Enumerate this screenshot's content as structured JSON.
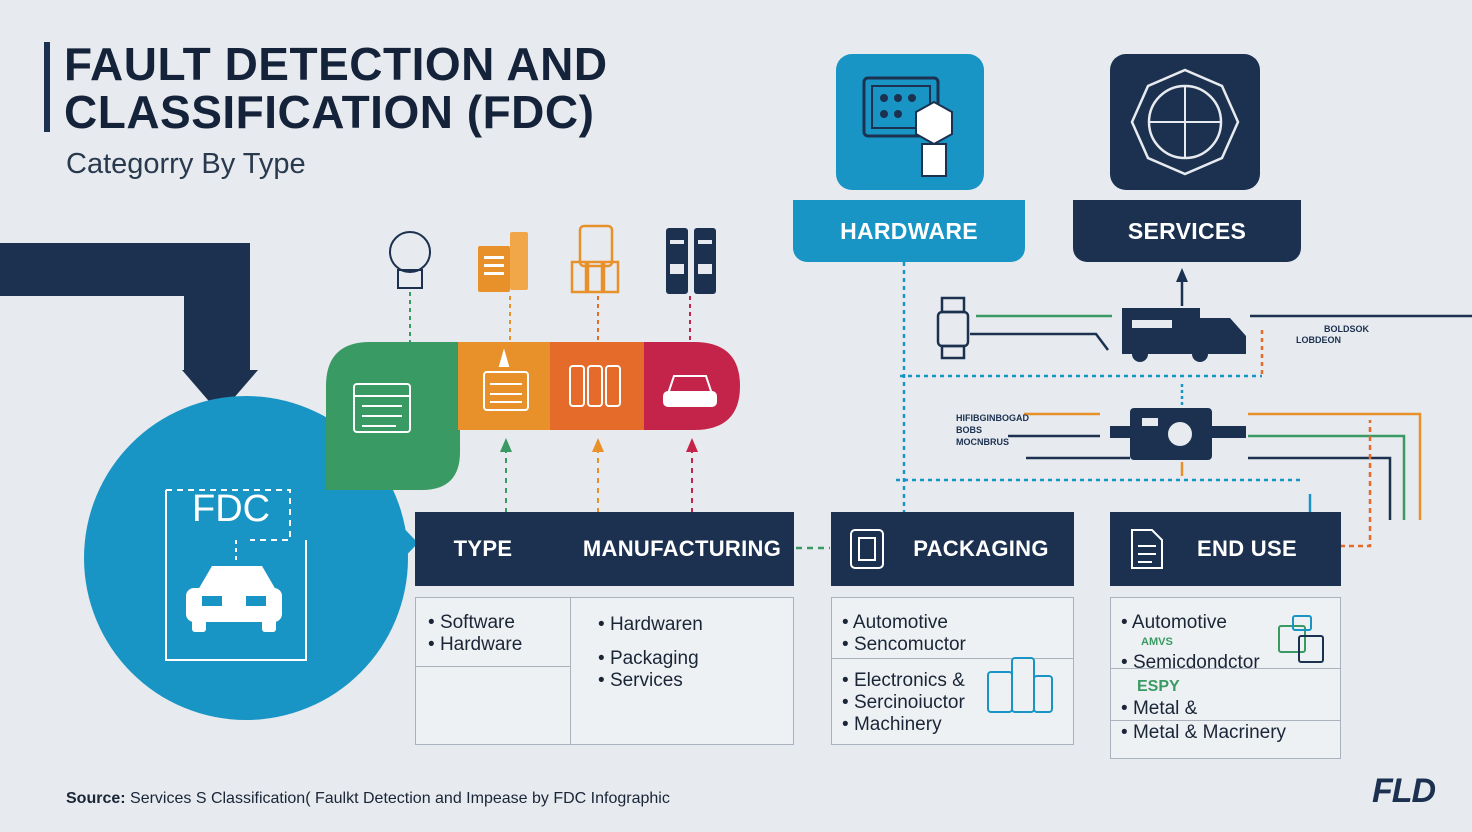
{
  "header": {
    "title_line1": "FAULT DETECTION AND",
    "title_line2": "CLASSIFICATION (FDC)",
    "subtitle": "Categorry By Type"
  },
  "hub": {
    "label": "FDC"
  },
  "top_cards": {
    "hardware": "HARDWARE",
    "services": "SERVICES"
  },
  "flow_labels": {
    "right_top_line1": "BOLDSOK",
    "right_top_line2": "LOBDEON",
    "mid_left_line1": "HIFIBGINBOGAD",
    "mid_left_line2": "BOBS",
    "mid_left_line3": "MOCNBRUS"
  },
  "headers": {
    "type": "TYPE",
    "manufacturing": "MANUFACTURING",
    "packaging": "PACKAGING",
    "end_use": "END USE"
  },
  "lists": {
    "type": [
      "Software",
      "Hardware"
    ],
    "manufacturing": [
      "Hardwaren",
      "Packaging",
      "Services"
    ],
    "packaging_top": [
      "Automotive",
      "Sencomuctor"
    ],
    "packaging_bottom": [
      "Electronics &",
      "Sercinoiuctor",
      "Machinery"
    ],
    "end_use": [
      "Automotive",
      "Semicdondctor",
      "Metal &",
      "Metal & Macrinery"
    ],
    "end_use_notes": [
      "AMVS",
      "ESPY"
    ]
  },
  "footer": {
    "source_label": "Source:",
    "source_text": "Services S Classification( Faulkt Detection and Impease by FDC Infographic",
    "logo": "FLD"
  },
  "colors": {
    "navy": "#1c3150",
    "blue": "#1895c4",
    "green": "#3a9a63",
    "orange": "#e8912a",
    "deep_orange": "#e56b2b",
    "red": "#c5244a"
  }
}
